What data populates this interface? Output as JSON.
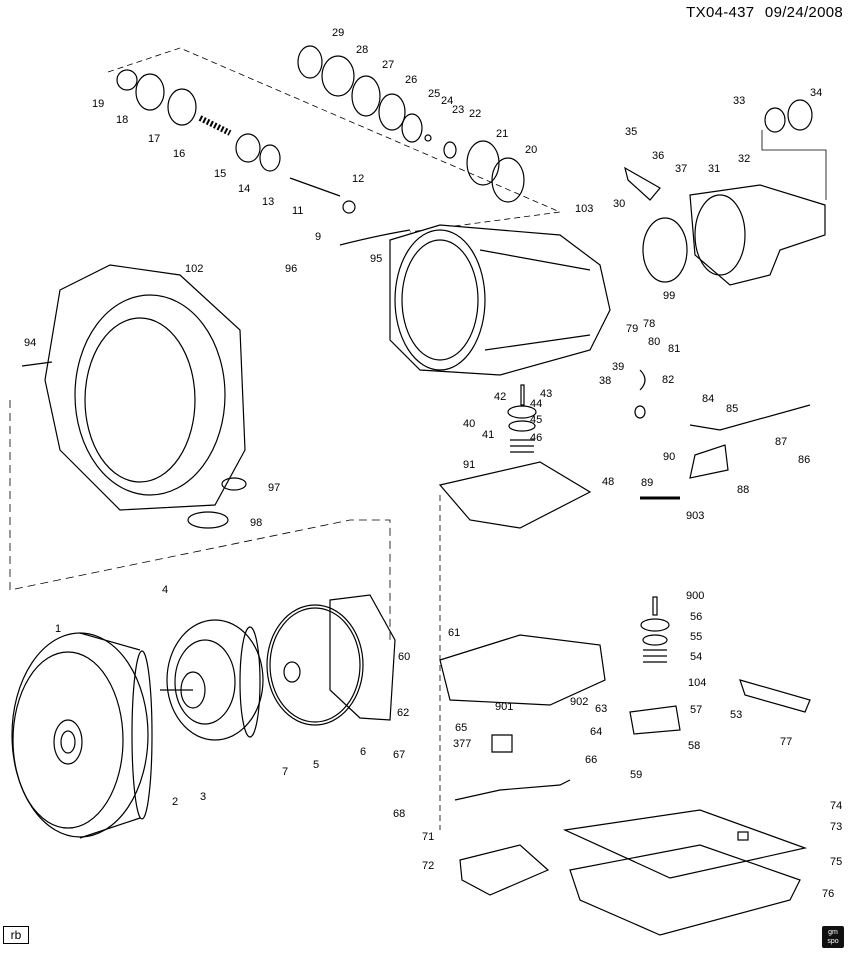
{
  "header": {
    "diagram_id": "TX04-437",
    "date": "09/24/2008"
  },
  "footer": {
    "corner_tag": "rb",
    "logo_text": "gm spo"
  },
  "callouts": [
    {
      "id": "1",
      "label": "1"
    },
    {
      "id": "2",
      "label": "2"
    },
    {
      "id": "3",
      "label": "3"
    },
    {
      "id": "4",
      "label": "4"
    },
    {
      "id": "5",
      "label": "5"
    },
    {
      "id": "6",
      "label": "6"
    },
    {
      "id": "7",
      "label": "7"
    },
    {
      "id": "9",
      "label": "9"
    },
    {
      "id": "11",
      "label": "11"
    },
    {
      "id": "12",
      "label": "12"
    },
    {
      "id": "13",
      "label": "13"
    },
    {
      "id": "14",
      "label": "14"
    },
    {
      "id": "15",
      "label": "15"
    },
    {
      "id": "16",
      "label": "16"
    },
    {
      "id": "17",
      "label": "17"
    },
    {
      "id": "18",
      "label": "18"
    },
    {
      "id": "19",
      "label": "19"
    },
    {
      "id": "20",
      "label": "20"
    },
    {
      "id": "21",
      "label": "21"
    },
    {
      "id": "22",
      "label": "22"
    },
    {
      "id": "23",
      "label": "23"
    },
    {
      "id": "24",
      "label": "24"
    },
    {
      "id": "25",
      "label": "25"
    },
    {
      "id": "26",
      "label": "26"
    },
    {
      "id": "27",
      "label": "27"
    },
    {
      "id": "28",
      "label": "28"
    },
    {
      "id": "29",
      "label": "29"
    },
    {
      "id": "30",
      "label": "30"
    },
    {
      "id": "31",
      "label": "31"
    },
    {
      "id": "32",
      "label": "32"
    },
    {
      "id": "33",
      "label": "33"
    },
    {
      "id": "34",
      "label": "34"
    },
    {
      "id": "35",
      "label": "35"
    },
    {
      "id": "36",
      "label": "36"
    },
    {
      "id": "37",
      "label": "37"
    },
    {
      "id": "38",
      "label": "38"
    },
    {
      "id": "39",
      "label": "39"
    },
    {
      "id": "40",
      "label": "40"
    },
    {
      "id": "41",
      "label": "41"
    },
    {
      "id": "42",
      "label": "42"
    },
    {
      "id": "43",
      "label": "43"
    },
    {
      "id": "44",
      "label": "44"
    },
    {
      "id": "45",
      "label": "45"
    },
    {
      "id": "46",
      "label": "46"
    },
    {
      "id": "48",
      "label": "48"
    },
    {
      "id": "53",
      "label": "53"
    },
    {
      "id": "54",
      "label": "54"
    },
    {
      "id": "55",
      "label": "55"
    },
    {
      "id": "56",
      "label": "56"
    },
    {
      "id": "57",
      "label": "57"
    },
    {
      "id": "58",
      "label": "58"
    },
    {
      "id": "59",
      "label": "59"
    },
    {
      "id": "60",
      "label": "60"
    },
    {
      "id": "61",
      "label": "61"
    },
    {
      "id": "62",
      "label": "62"
    },
    {
      "id": "63",
      "label": "63"
    },
    {
      "id": "64",
      "label": "64"
    },
    {
      "id": "65",
      "label": "65"
    },
    {
      "id": "66",
      "label": "66"
    },
    {
      "id": "67",
      "label": "67"
    },
    {
      "id": "68",
      "label": "68"
    },
    {
      "id": "71",
      "label": "71"
    },
    {
      "id": "72",
      "label": "72"
    },
    {
      "id": "73",
      "label": "73"
    },
    {
      "id": "74",
      "label": "74"
    },
    {
      "id": "75",
      "label": "75"
    },
    {
      "id": "76",
      "label": "76"
    },
    {
      "id": "77",
      "label": "77"
    },
    {
      "id": "78",
      "label": "78"
    },
    {
      "id": "79",
      "label": "79"
    },
    {
      "id": "80",
      "label": "80"
    },
    {
      "id": "81",
      "label": "81"
    },
    {
      "id": "82",
      "label": "82"
    },
    {
      "id": "84",
      "label": "84"
    },
    {
      "id": "85",
      "label": "85"
    },
    {
      "id": "86",
      "label": "86"
    },
    {
      "id": "87",
      "label": "87"
    },
    {
      "id": "88",
      "label": "88"
    },
    {
      "id": "89",
      "label": "89"
    },
    {
      "id": "90",
      "label": "90"
    },
    {
      "id": "91",
      "label": "91"
    },
    {
      "id": "94",
      "label": "94"
    },
    {
      "id": "95",
      "label": "95"
    },
    {
      "id": "96",
      "label": "96"
    },
    {
      "id": "97",
      "label": "97"
    },
    {
      "id": "98",
      "label": "98"
    },
    {
      "id": "99",
      "label": "99"
    },
    {
      "id": "102",
      "label": "102"
    },
    {
      "id": "103",
      "label": "103"
    },
    {
      "id": "104",
      "label": "104"
    },
    {
      "id": "377",
      "label": "377"
    },
    {
      "id": "900",
      "label": "900"
    },
    {
      "id": "901",
      "label": "901"
    },
    {
      "id": "902",
      "label": "902"
    },
    {
      "id": "903",
      "label": "903"
    }
  ]
}
